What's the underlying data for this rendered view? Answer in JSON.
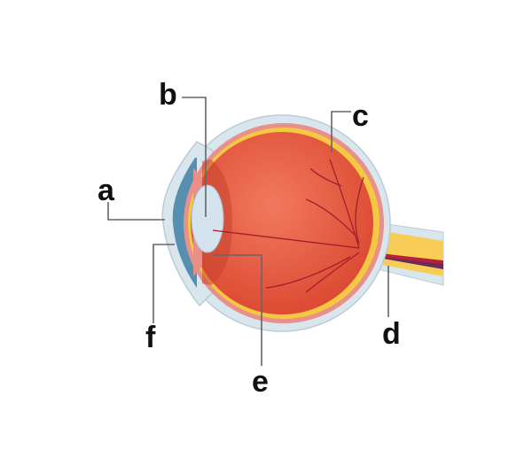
{
  "diagram": {
    "labels": {
      "a": "a",
      "b": "b",
      "c": "c",
      "d": "d",
      "e": "e",
      "f": "f"
    },
    "colors": {
      "sclera": "#d9e6ee",
      "choroid": "#e8908a",
      "retina": "#f5c842",
      "vitreous": "#e9553c",
      "lens": "#d5e3ef",
      "cornea": "#3f7fa6",
      "optic_nerve": "#f7cd55",
      "vessels": "#a01f2e"
    }
  }
}
